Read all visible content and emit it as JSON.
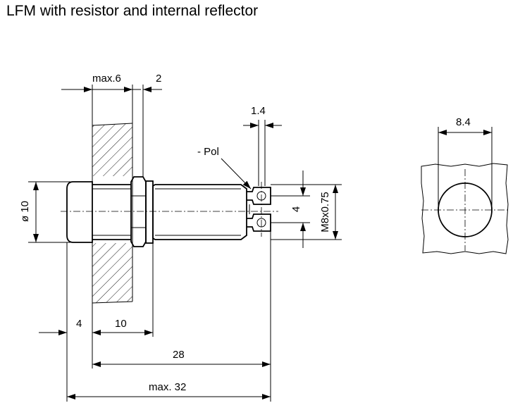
{
  "title": "LFM with resistor and internal reflector",
  "labels": {
    "panel_max": "max.6",
    "nut_thickness": "2",
    "pin_width": "1.4",
    "pol": "- Pol",
    "diameter": "ø 10",
    "pin_spacing": "4",
    "thread": "M8x0.75",
    "head_length": "4",
    "nut_length": "10",
    "body_length": "28",
    "overall_length": "max. 32",
    "cutout": "8.4"
  }
}
